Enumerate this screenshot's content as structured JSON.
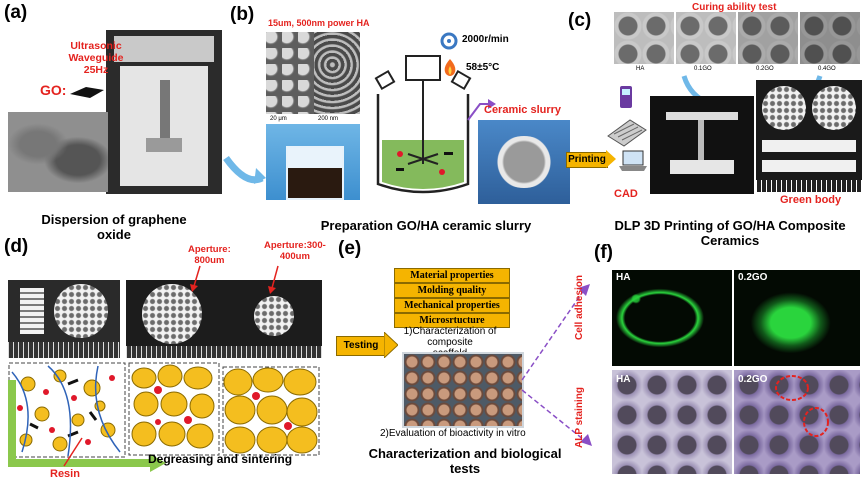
{
  "panels": {
    "a": {
      "label": "(a)",
      "ultrasonic_line1": "Ultrasonic",
      "ultrasonic_line2": "Waveguide",
      "ultrasonic_line3": "25Hz",
      "go_label": "GO:",
      "caption": "Dispersion of graphene oxide"
    },
    "b": {
      "label": "(b)",
      "powder": "15um, 500nm power HA",
      "scale1": "20 μm",
      "scale2": "200 nm",
      "speed": "2000r/min",
      "temp": "58±5°C",
      "slurry": "Ceramic slurry",
      "caption": "Preparation GO/HA ceramic slurry"
    },
    "c": {
      "label": "(c)",
      "title": "Curing ability test",
      "samples": [
        "HA",
        "0.1GO",
        "0.2GO",
        "0.4GO"
      ],
      "printing": "Printing",
      "cad": "CAD",
      "green_body": "Green body",
      "caption_line1": "DLP 3D Printing of GO/HA Composite",
      "caption_line2": "Ceramics"
    },
    "d": {
      "label": "(d)",
      "aperture1_line1": "Aperture:",
      "aperture1_line2": "800um",
      "aperture2_line1": "Aperture:300-",
      "aperture2_line2": "400um",
      "resin": "Resin",
      "process": "Degreasing and sintering"
    },
    "e": {
      "label": "(e)",
      "testing": "Testing",
      "boxes": [
        "Material properties",
        "Molding quality",
        "Mechanical properties",
        "Microsrtucture"
      ],
      "step1_line1": "1)Characterization of composite",
      "step1_line2": "scaffold",
      "step2": "2)Evaluation of bioactivity in vitro",
      "caption_line1": "Characterization and biological",
      "caption_line2": "tests"
    },
    "f": {
      "label": "(f)",
      "tl": "HA",
      "tr": "0.2GO",
      "bl": "HA",
      "br": "0.2GO",
      "row1": "Cell adhesion",
      "row2": "ALP staining"
    }
  },
  "colors": {
    "accent_red": "#e4231f",
    "arrow_blue": "#6fb8e8",
    "box_yellow": "#f5b400",
    "slurry_green": "#77b34a",
    "particle_yellow": "#f4be1f",
    "particle_red": "#e0182a",
    "process_green": "#8bc84c",
    "dash_purple": "#8a4fc6"
  }
}
